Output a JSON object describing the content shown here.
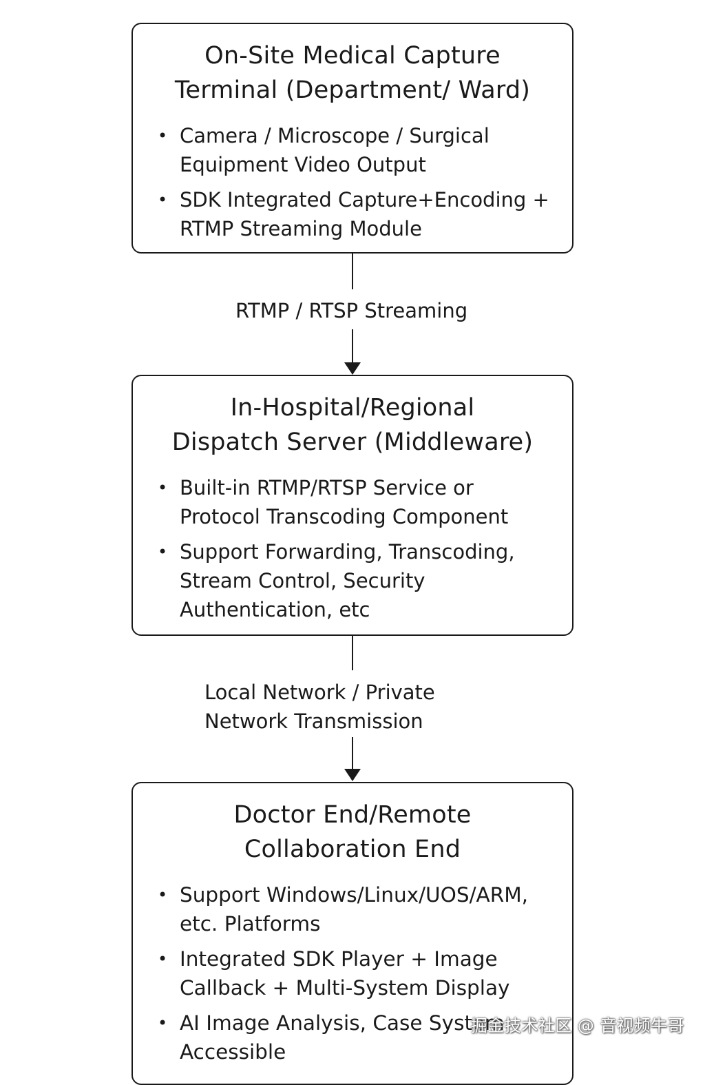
{
  "nodes": [
    {
      "title_line1": "On-Site Medical Capture",
      "title_line2": "Terminal (Department/ Ward)",
      "items": [
        "Camera / Microscope / Surgical Equipment Video Output",
        "SDK Integrated Capture+Encoding + RTMP Streaming Module"
      ]
    },
    {
      "title_line1": "In-Hospital/Regional",
      "title_line2": "Dispatch Server (Middleware)",
      "items": [
        "Built-in RTMP/RTSP Service or Protocol Transcoding Component",
        "Support Forwarding, Transcoding, Stream Control, Security Authentication, etc"
      ]
    },
    {
      "title_line1": "Doctor End/Remote",
      "title_line2": "Collaboration End",
      "items": [
        "Support Windows/Linux/UOS/ARM, etc. Platforms",
        "Integrated SDK Player + Image Callback + Multi-System Display",
        "AI Image Analysis, Case System Accessible"
      ]
    }
  ],
  "edges": [
    {
      "label": "RTMP / RTSP Streaming"
    },
    {
      "label": "Local Network / Private Network Transmission"
    }
  ],
  "bullet_glyph": "•",
  "watermark": "掘金技术社区 @ 音视频牛哥"
}
